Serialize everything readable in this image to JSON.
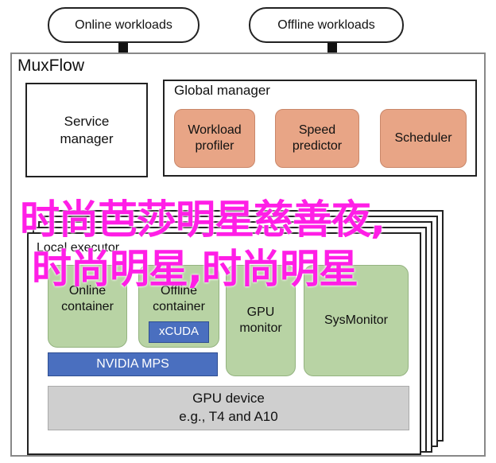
{
  "workloads": {
    "online": "Online workloads",
    "offline": "Offline workloads"
  },
  "muxflow": {
    "title": "MuxFlow",
    "service_manager": "Service\nmanager",
    "global_manager": {
      "title": "Global manager",
      "workload_profiler": "Workload\nprofiler",
      "speed_predictor": "Speed\npredictor",
      "scheduler": "Scheduler"
    },
    "local_executor": {
      "title": "Local executor",
      "online_container": "Online\ncontainer",
      "offline_container": "Offline\ncontainer",
      "xcuda": "xCUDA",
      "gpu_monitor": "GPU\nmonitor",
      "sysmonitor": "SysMonitor",
      "nvidia_mps": "NVIDIA MPS",
      "gpu_device": "GPU device\ne.g., T4 and A10"
    }
  },
  "overlay_text": {
    "line1": "时尚芭莎明星慈善夜,",
    "line2": "时尚明星,时尚明星"
  },
  "colors": {
    "overlay": "#ff1ee6",
    "orange_fill": "#e8a586",
    "green_fill": "#b8d3a4",
    "blue_fill": "#4a6fbf",
    "gray_fill": "#cfcfcf"
  }
}
